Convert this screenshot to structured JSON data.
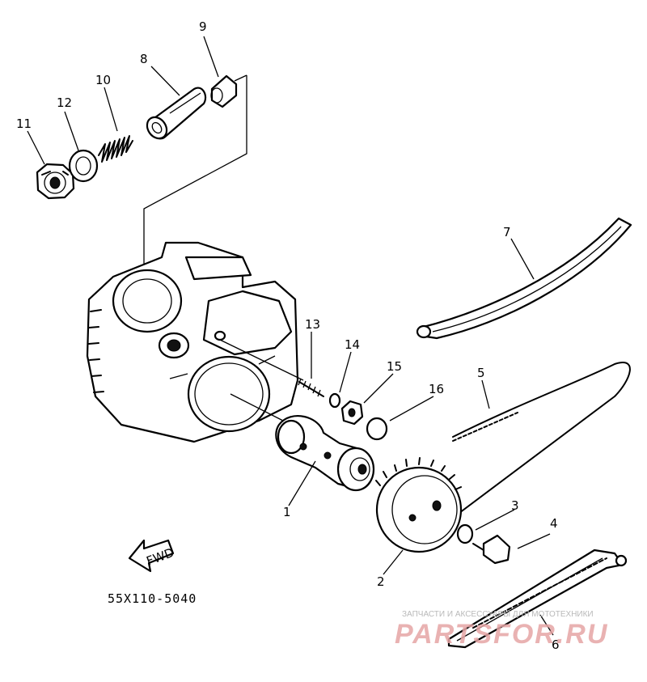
{
  "diagram": {
    "part_labels": {
      "p1": "1",
      "p2": "2",
      "p3": "3",
      "p4": "4",
      "p5": "5",
      "p6": "6",
      "p7": "7",
      "p8": "8",
      "p9": "9",
      "p10": "10",
      "p11": "11",
      "p12": "12",
      "p13": "13",
      "p14": "14",
      "p15": "15",
      "p16": "16"
    },
    "fwd_label": "FWD",
    "drawing_code": "55X110-5040"
  },
  "watermark": {
    "line1": "ЗАПЧАСТИ И АКСЕССУАРЫ ДЛЯ МОТОТЕХНИКИ",
    "line2": "PARTSFOR.RU"
  }
}
